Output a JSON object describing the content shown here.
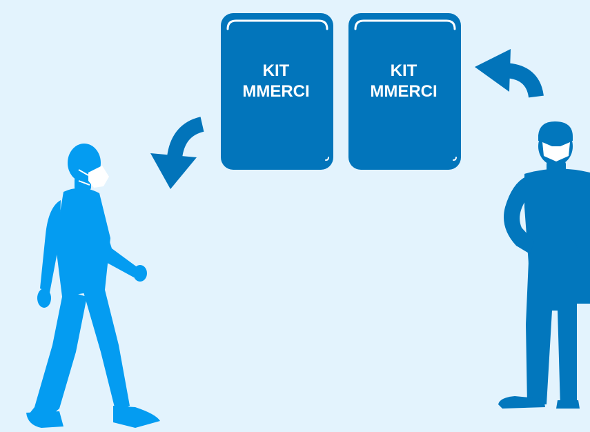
{
  "colors": {
    "background": "#e3f3fd",
    "kit_box": "#0275bb",
    "kit_box_shine": "#ffffff",
    "arrow": "#0274ba",
    "person_walking": "#049cf1",
    "person_standing": "#0277bd",
    "mask": "#ffffff"
  },
  "kits": [
    {
      "line1": "KIT",
      "line2": "MMERCI"
    },
    {
      "line1": "KIT",
      "line2": "MMERCI"
    }
  ],
  "icons": {
    "arrow_left": "curved-arrow-down-left-icon",
    "arrow_right": "curved-arrow-up-left-icon",
    "person_left": "walking-person-with-mask-icon",
    "person_right": "standing-person-with-mask-icon"
  }
}
